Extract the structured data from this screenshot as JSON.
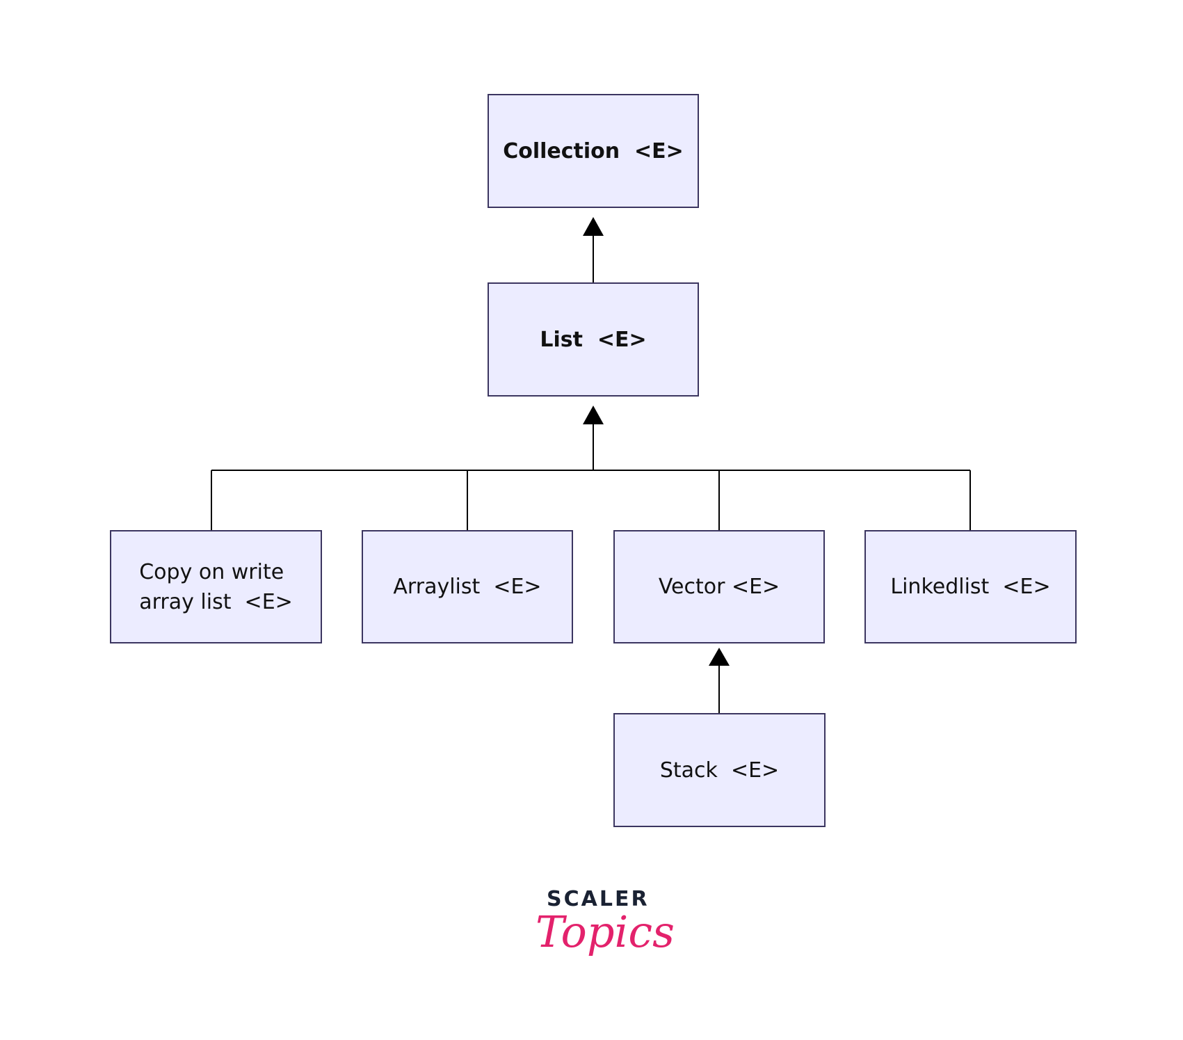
{
  "diagram": {
    "nodes": {
      "collection": "Collection  <E>",
      "list": "List  <E>",
      "copy_on_write": "Copy on write\narray list  <E>",
      "arraylist": "Arraylist  <E>",
      "vector": "Vector <E>",
      "linkedlist": "Linkedlist  <E>",
      "stack": "Stack  <E>"
    },
    "edges": [
      {
        "from": "list",
        "to": "collection"
      },
      {
        "from": "copy_on_write",
        "to": "list"
      },
      {
        "from": "arraylist",
        "to": "list"
      },
      {
        "from": "vector",
        "to": "list"
      },
      {
        "from": "linkedlist",
        "to": "list"
      },
      {
        "from": "stack",
        "to": "vector"
      }
    ],
    "colors": {
      "node_fill": "#ececff",
      "node_border": "#3b3560",
      "line": "#000000"
    }
  },
  "brand": {
    "top": "SCALER",
    "script": "Topics",
    "top_color": "#1a2233",
    "script_color": "#e3226c"
  }
}
